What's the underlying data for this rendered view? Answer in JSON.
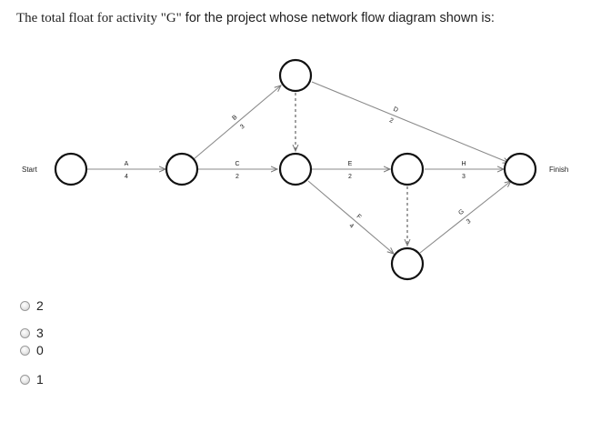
{
  "question": {
    "part1": "The total float for activity \"G\"",
    "part2": " for the project whose network flow diagram shown is:"
  },
  "diagram": {
    "start_label": "Start",
    "finish_label": "Finish",
    "activities": [
      {
        "name": "A",
        "duration": "4"
      },
      {
        "name": "B",
        "duration": "3"
      },
      {
        "name": "C",
        "duration": "2"
      },
      {
        "name": "D",
        "duration": "2"
      },
      {
        "name": "E",
        "duration": "2"
      },
      {
        "name": "F",
        "duration": "4"
      },
      {
        "name": "G",
        "duration": "3"
      },
      {
        "name": "H",
        "duration": "3"
      }
    ]
  },
  "options": [
    {
      "label": "2"
    },
    {
      "label": "3"
    },
    {
      "label": "0"
    },
    {
      "label": "1"
    }
  ]
}
